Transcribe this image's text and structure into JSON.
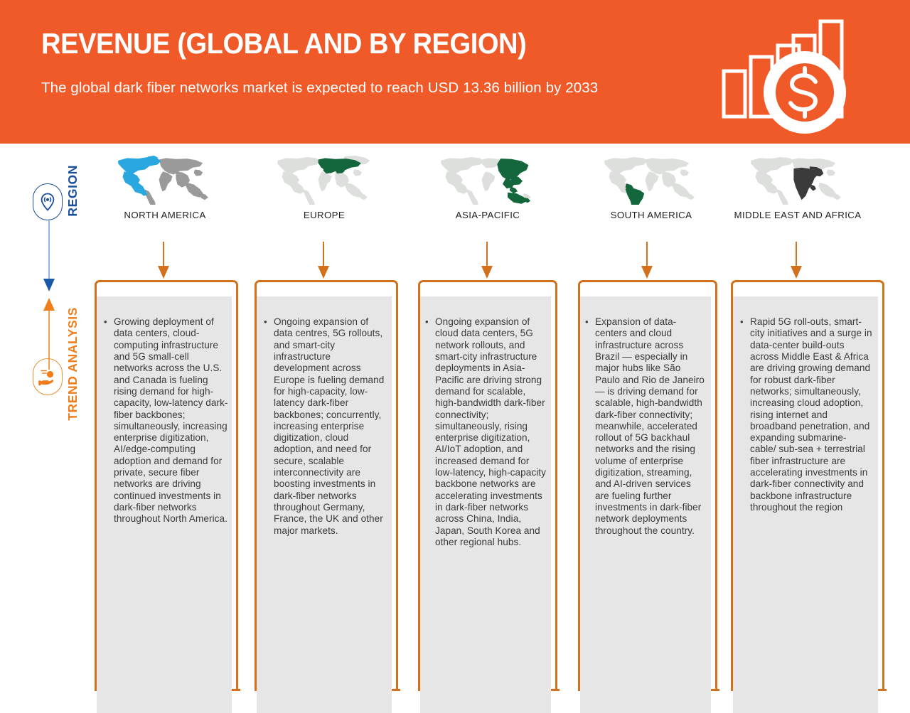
{
  "header": {
    "title": "REVENUE (GLOBAL AND BY REGION)",
    "subtitle": "The global dark fiber networks market is expected to reach USD 13.36 billion by 2033",
    "background_color": "#f05a28",
    "icon": "bar-chart-dollar-coin-icon"
  },
  "rail": {
    "region": {
      "label": "REGION",
      "icon": "location-pin-signal-icon",
      "color": "#1a4f9c",
      "arrow": "arrow-down"
    },
    "trend": {
      "label": "TREND ANALYSIS",
      "icon": "hand-holding-coin-icon",
      "color": "#f07d1a",
      "arrow": "arrow-up"
    }
  },
  "regions": [
    {
      "name": "NORTH AMERICA",
      "map_icon": "world-map-north-america-highlighted",
      "highlight_color": "#29a8df",
      "base_color": "#9a9a9a"
    },
    {
      "name": "EUROPE",
      "map_icon": "world-map-europe-highlighted",
      "highlight_color": "#14663c",
      "base_color": "#dcdfdc"
    },
    {
      "name": "ASIA-PACIFIC",
      "map_icon": "world-map-asia-pacific-highlighted",
      "highlight_color": "#14663c",
      "base_color": "#dcdfdc"
    },
    {
      "name": "SOUTH AMERICA",
      "map_icon": "world-map-south-america-highlighted",
      "highlight_color": "#14663c",
      "base_color": "#dcdfdc"
    },
    {
      "name": "MIDDLE EAST AND AFRICA",
      "map_icon": "world-map-middle-east-africa-highlighted",
      "highlight_color": "#3b3b3b",
      "base_color": "#dcdfdc"
    }
  ],
  "trend_analysis": [
    {
      "region": "NORTH AMERICA",
      "bullet": "•",
      "text": "Growing deployment of data centers, cloud-computing infrastructure and 5G small-cell networks across the U.S. and Canada is fueling rising demand for high-capacity, low-latency dark-fiber backbones; simultaneously, increasing enterprise digitization, AI/edge-computing adoption and demand for private, secure fiber networks are driving continued investments in dark-fiber networks throughout North America."
    },
    {
      "region": "EUROPE",
      "bullet": "•",
      "text": "Ongoing expansion of data centres, 5G rollouts, and smart-city infrastructure development across Europe is fueling demand for high-capacity, low-latency dark-fiber backbones; concurrently, increasing enterprise digitization, cloud adoption, and need for secure, scalable interconnectivity are boosting investments in dark-fiber networks throughout Germany, France, the UK and other major markets."
    },
    {
      "region": "ASIA-PACIFIC",
      "bullet": "•",
      "text": "Ongoing expansion of cloud data centers, 5G network rollouts, and smart-city infrastructure deployments in Asia-Pacific are driving strong demand for scalable, high-bandwidth dark-fiber connectivity; simultaneously, rising enterprise digitization, AI/IoT adoption, and increased demand for low-latency, high-capacity backbone networks are accelerating investments in dark-fiber networks across China, India, Japan, South Korea and other regional hubs."
    },
    {
      "region": "SOUTH AMERICA",
      "bullet": "•",
      "text": "Expansion of data-centers and cloud infrastructure across Brazil — especially in major hubs like São Paulo and Rio de Janeiro — is driving demand for scalable, high-bandwidth dark-fiber connectivity; meanwhile, accelerated rollout of 5G backhaul networks and the rising volume of enterprise digitization, streaming, and AI-driven services are fueling further investments in dark-fiber network deployments throughout the country."
    },
    {
      "region": "MIDDLE EAST AND AFRICA",
      "bullet": "•",
      "text": "Rapid 5G roll-outs, smart-city initiatives and a surge in data-center build-outs across Middle East & Africa are driving growing demand for robust dark-fiber networks; simultaneously, increasing cloud adoption, rising internet and broadband penetration, and expanding submarine-cable/ sub-sea + terrestrial fiber infrastructure are accelerating investments in dark-fiber connectivity and backbone infrastructure throughout the region"
    }
  ],
  "colors": {
    "accent_orange": "#f05a28",
    "bracket_orange": "#d2701b",
    "panel_gray": "#e6e6e6",
    "region_blue": "#1a4f9c",
    "trend_orange": "#f07d1a"
  }
}
